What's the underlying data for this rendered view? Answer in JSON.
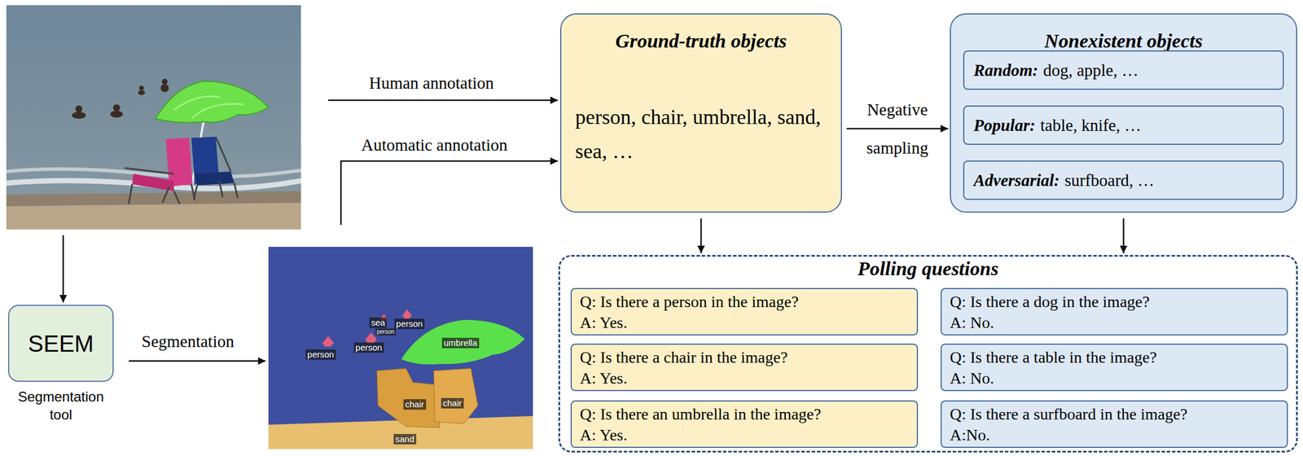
{
  "diagram": {
    "nodes": [
      {
        "text": [
          "SEEM",
          "Segmentation tool"
        ]
      },
      {
        "text": [
          "Ground-truth objects",
          "person, chair, umbrella, sand, sea, …"
        ]
      },
      {
        "text": [
          "Nonexistent objects"
        ]
      },
      {
        "text": [
          "Random:",
          "dog, apple, …"
        ],
        "in": 2
      },
      {
        "text": [
          "Popular:",
          "table, knife, …"
        ],
        "in": 2
      },
      {
        "text": [
          "Adversarial:",
          "surfboard, …"
        ],
        "in": 2
      },
      {
        "text": [
          "Polling questions"
        ]
      },
      {
        "text": [
          "Q: Is there a person in the image?",
          "A: Yes."
        ],
        "in": 6
      },
      {
        "text": [
          "Q: Is there a dog in the image?",
          "A: No."
        ],
        "in": 6
      },
      {
        "text": [
          "Q: Is there a chair in the image?",
          "A: Yes."
        ],
        "in": 6
      },
      {
        "text": [
          "Q: Is there a table in the image?",
          "A: No."
        ],
        "in": 6
      },
      {
        "text": [
          "Q: Is there an umbrella in the image?",
          "A: Yes."
        ],
        "in": 6
      },
      {
        "text": [
          "Q: Is there a surfboard in the image?",
          "A:No."
        ],
        "in": 6
      }
    ],
    "edges": [
      {
        "from": 1,
        "to": 2,
        "arrow": "to",
        "label": "Negative sampling"
      },
      {
        "from": 1,
        "to": 6,
        "arrow": "to"
      },
      {
        "from": 2,
        "to": 6,
        "arrow": "to"
      }
    ],
    "labels": [
      "Human annotation",
      "Automatic annotation",
      "Segmentation",
      "sea",
      "person",
      "person",
      "person",
      "person",
      "umbrella",
      "chair",
      "chair",
      "sand"
    ]
  }
}
